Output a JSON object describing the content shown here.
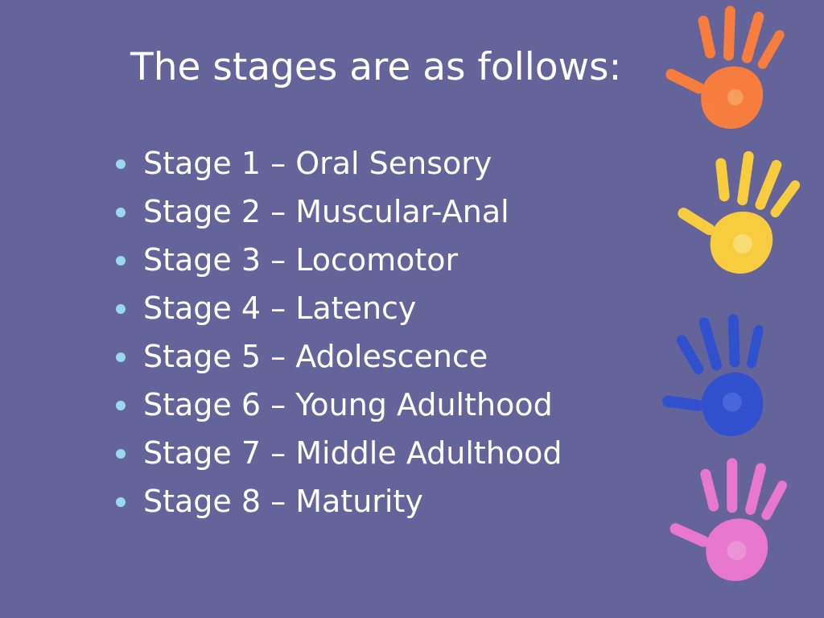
{
  "slide": {
    "title": "The stages are as follows:",
    "bullets": [
      "Stage 1 – Oral Sensory",
      "Stage 2 – Muscular-Anal",
      "Stage 3 – Locomotor",
      "Stage 4 – Latency",
      "Stage 5 – Adolescence",
      "Stage 6 – Young Adulthood",
      "Stage 7 – Middle Adulthood",
      "Stage 8 – Maturity"
    ],
    "colors": {
      "background": "#64639a",
      "text": "#ffffff",
      "bullet": "#9ad8f0"
    }
  },
  "decorations": {
    "handprints": [
      {
        "icon": "handprint-icon",
        "color": "#ff7f3a"
      },
      {
        "icon": "handprint-icon",
        "color": "#ffd23a"
      },
      {
        "icon": "handprint-icon",
        "color": "#2f4fd0"
      },
      {
        "icon": "handprint-icon",
        "color": "#f07ad0"
      }
    ]
  }
}
